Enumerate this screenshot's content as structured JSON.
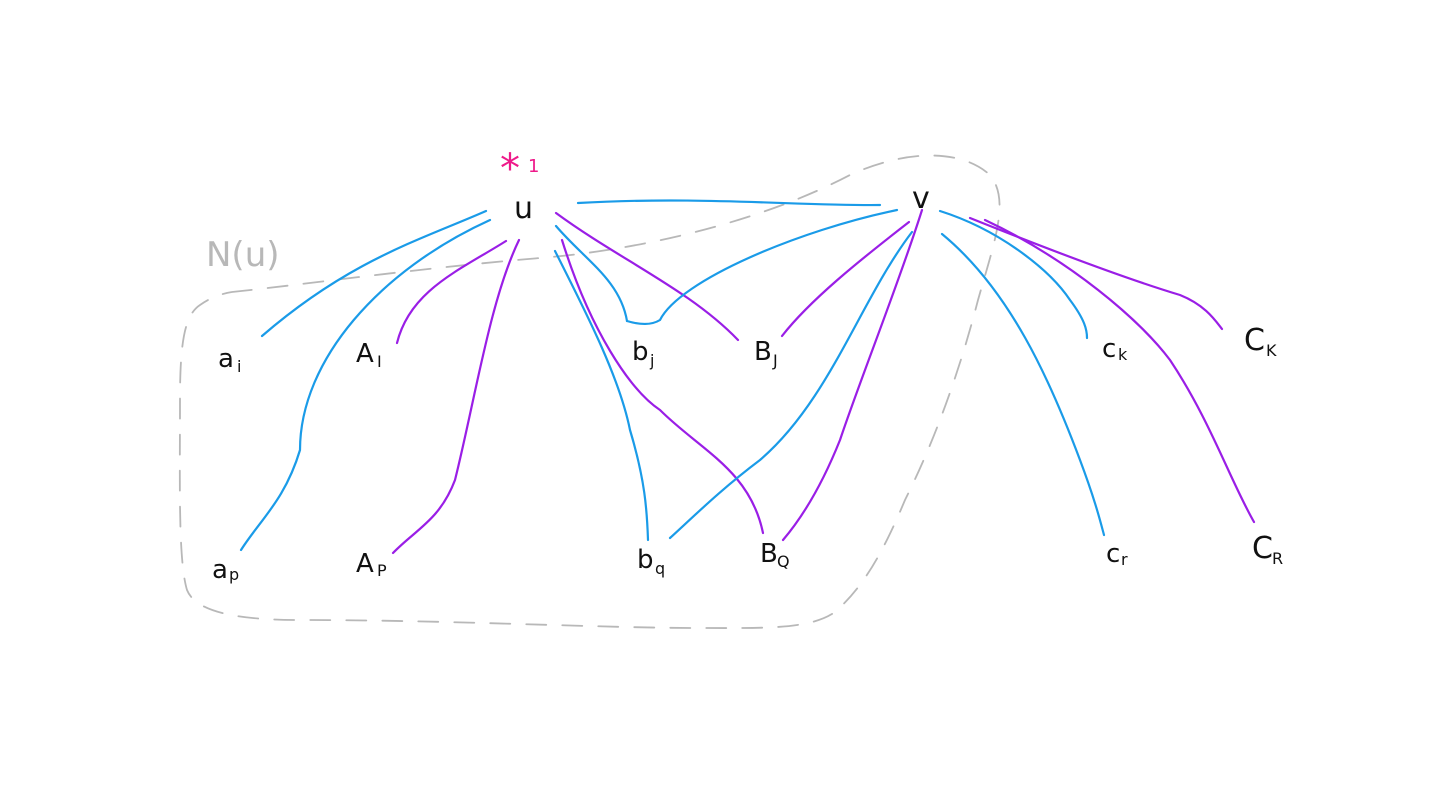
{
  "colors": {
    "blue_edge": "#1a9be8",
    "purple_edge": "#9a1ee6",
    "region_dash": "#b8b8b8",
    "marker": "#ee1a8a",
    "text": "#111111"
  },
  "region": {
    "label": "N(u)"
  },
  "marker": {
    "symbol": "*",
    "subscript": "1"
  },
  "nodes": {
    "u": {
      "main": "u",
      "sub": ""
    },
    "v": {
      "main": "v",
      "sub": ""
    },
    "a1": {
      "main": "a",
      "sub": "i"
    },
    "AI": {
      "main": "A",
      "sub": "I"
    },
    "ap": {
      "main": "a",
      "sub": "p"
    },
    "AP": {
      "main": "A",
      "sub": "P"
    },
    "bj": {
      "main": "b",
      "sub": "j"
    },
    "BJ": {
      "main": "B",
      "sub": "J"
    },
    "bq": {
      "main": "b",
      "sub": "q"
    },
    "BQ": {
      "main": "B",
      "sub": "Q"
    },
    "ck": {
      "main": "c",
      "sub": "k"
    },
    "CK": {
      "main": "C",
      "sub": "K"
    },
    "cr": {
      "main": "c",
      "sub": "r"
    },
    "CR": {
      "main": "C",
      "sub": "R"
    }
  },
  "edges": [
    {
      "from": "u",
      "to": "v",
      "color": "blue"
    },
    {
      "from": "u",
      "to": "a1",
      "color": "blue"
    },
    {
      "from": "u",
      "to": "ap",
      "color": "blue"
    },
    {
      "from": "u",
      "to": "AI",
      "color": "purple"
    },
    {
      "from": "u",
      "to": "AP",
      "color": "purple"
    },
    {
      "from": "u",
      "to": "bj",
      "color": "blue"
    },
    {
      "from": "u",
      "to": "BJ",
      "color": "purple"
    },
    {
      "from": "u",
      "to": "bq",
      "color": "blue"
    },
    {
      "from": "u",
      "to": "BQ",
      "color": "purple"
    },
    {
      "from": "v",
      "to": "bj",
      "color": "blue"
    },
    {
      "from": "v",
      "to": "BJ",
      "color": "purple"
    },
    {
      "from": "v",
      "to": "bq",
      "color": "blue"
    },
    {
      "from": "v",
      "to": "BQ",
      "color": "purple"
    },
    {
      "from": "v",
      "to": "ck",
      "color": "blue"
    },
    {
      "from": "v",
      "to": "CK",
      "color": "purple"
    },
    {
      "from": "v",
      "to": "cr",
      "color": "blue"
    },
    {
      "from": "v",
      "to": "CR",
      "color": "purple"
    }
  ]
}
